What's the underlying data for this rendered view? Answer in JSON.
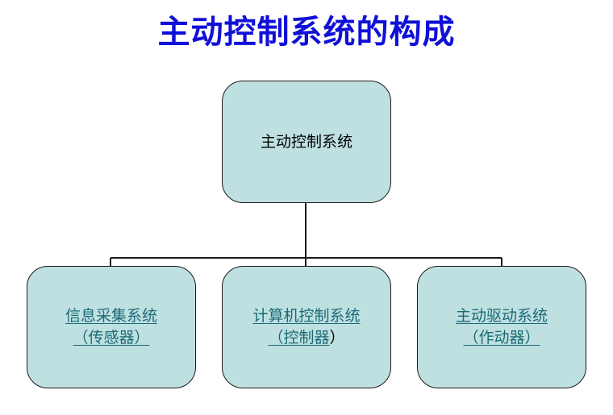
{
  "title": "主动控制系统的构成",
  "root": {
    "label": "主动控制系统"
  },
  "children": [
    {
      "line1": "信息采集系统",
      "line2_link": "（传感器）",
      "line2_tail": ""
    },
    {
      "line1": "计算机控制系统",
      "line2_link": "（控制器",
      "line2_tail": "）"
    },
    {
      "line1": "主动驱动系统",
      "line2_link": "（作动器）",
      "line2_tail": ""
    }
  ],
  "colors": {
    "title": "#1010d8",
    "node_fill": "#bfe0e0",
    "node_border": "#1a1a1a",
    "link_text": "#1a6a78",
    "connector": "#1a1a1a"
  }
}
